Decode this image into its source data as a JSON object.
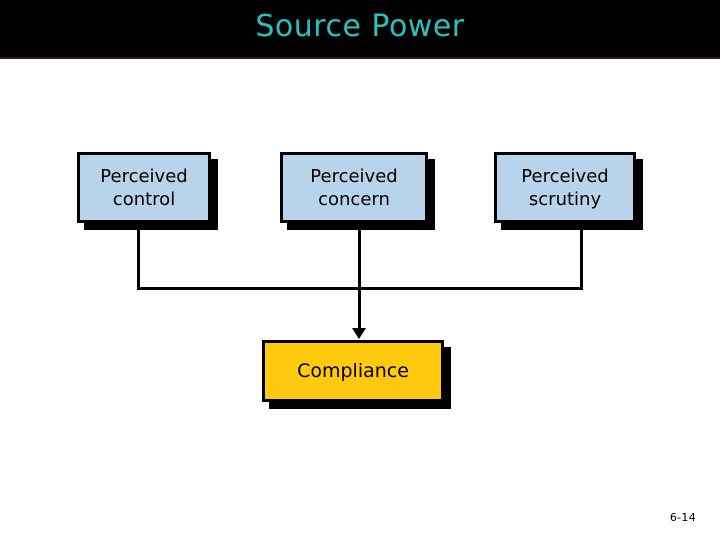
{
  "slide": {
    "title": "Source Power",
    "title_color": "#2cbfbf",
    "header_background": "#000000",
    "header_rule_color": "#3d1416",
    "background": "#ffffff",
    "page_number": "6-14"
  },
  "diagram": {
    "type": "flowchart",
    "direction": "top-down-converging",
    "node_fill_top": "#b8d4ea",
    "node_fill_bottom": "#ffc90e",
    "node_border": "#000000",
    "shadow_color": "#000000",
    "connector_color": "#000000",
    "antecedents": [
      {
        "id": "perceived-control",
        "label": "Perceived\ncontrol"
      },
      {
        "id": "perceived-concern",
        "label": "Perceived\nconcern"
      },
      {
        "id": "perceived-scrutiny",
        "label": "Perceived\nscrutiny"
      }
    ],
    "outcome": {
      "id": "compliance",
      "label": "Compliance"
    },
    "edges": [
      {
        "from": "perceived-control",
        "to": "compliance",
        "arrow": true
      },
      {
        "from": "perceived-concern",
        "to": "compliance",
        "arrow": true
      },
      {
        "from": "perceived-scrutiny",
        "to": "compliance",
        "arrow": true
      }
    ]
  }
}
